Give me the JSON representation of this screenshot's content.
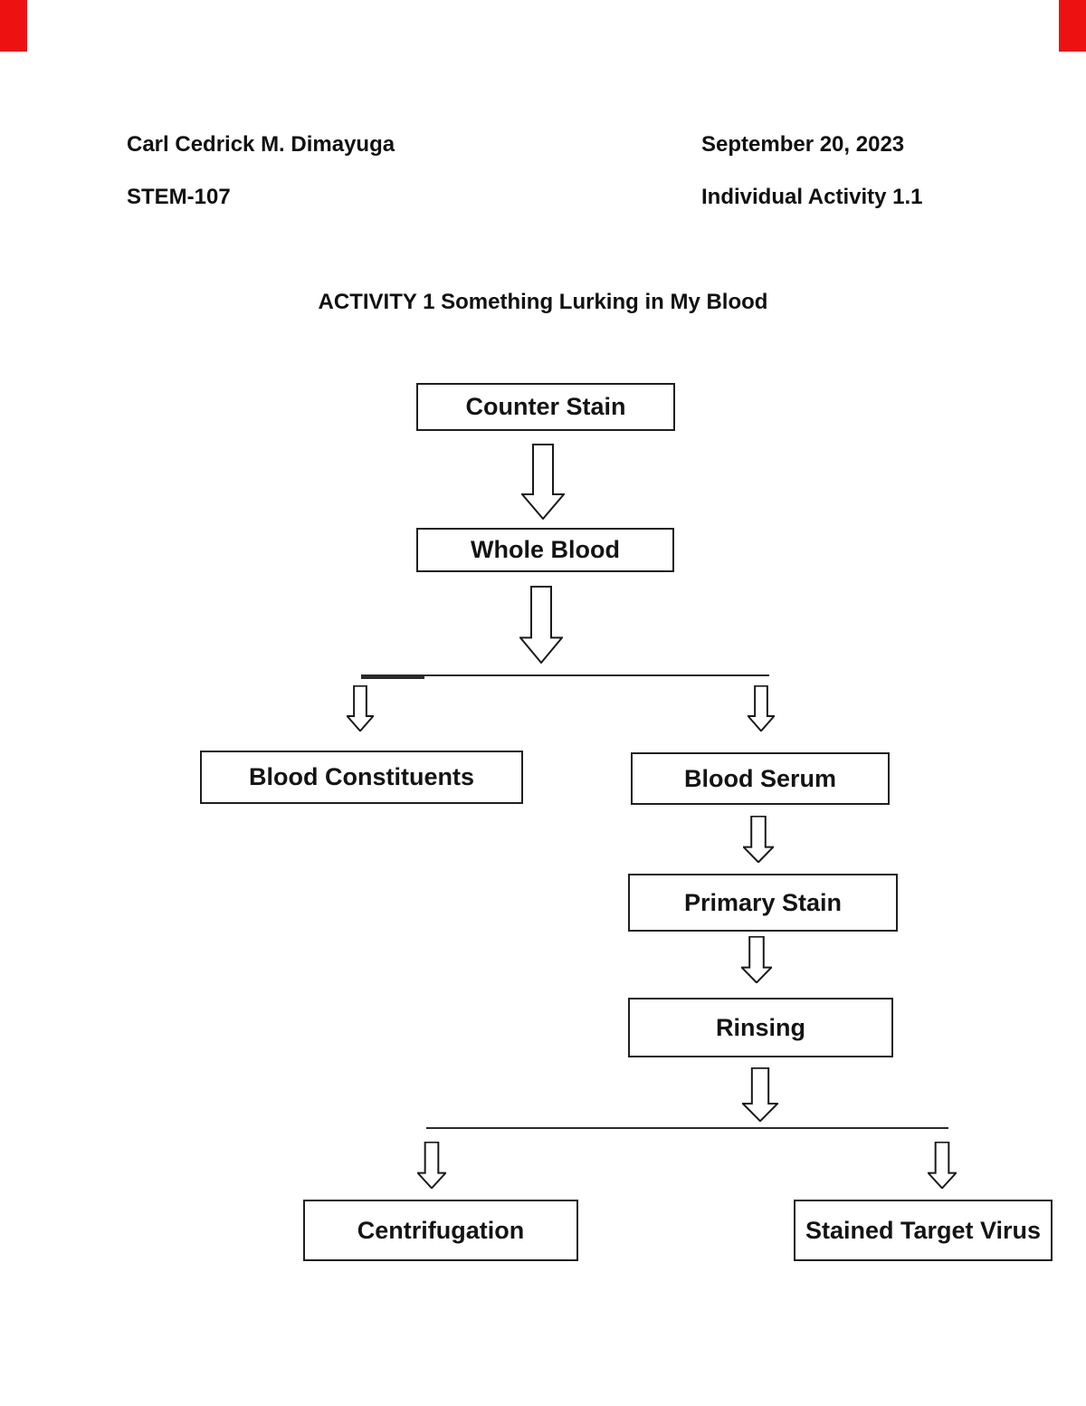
{
  "document": {
    "header": {
      "author": "Carl Cedrick M. Dimayuga",
      "date": "September 20, 2023",
      "course": "STEM-107",
      "activity": "Individual Activity 1.1"
    },
    "title": "ACTIVITY 1 Something Lurking in My Blood"
  },
  "flowchart": {
    "nodes": [
      {
        "id": "counter-stain",
        "label": "Counter Stain"
      },
      {
        "id": "whole-blood",
        "label": "Whole Blood"
      },
      {
        "id": "blood-constituents",
        "label": "Blood Constituents"
      },
      {
        "id": "blood-serum",
        "label": "Blood Serum"
      },
      {
        "id": "primary-stain",
        "label": "Primary Stain"
      },
      {
        "id": "rinsing",
        "label": "Rinsing"
      },
      {
        "id": "centrifugation",
        "label": "Centrifugation"
      },
      {
        "id": "stained-target-virus",
        "label": "Stained Target Virus"
      }
    ],
    "edges": [
      {
        "from": "Counter Stain",
        "to": "Whole Blood"
      },
      {
        "from": "Whole Blood",
        "to": "Blood Constituents"
      },
      {
        "from": "Whole Blood",
        "to": "Blood Serum"
      },
      {
        "from": "Blood Serum",
        "to": "Primary Stain"
      },
      {
        "from": "Primary Stain",
        "to": "Rinsing"
      },
      {
        "from": "Rinsing",
        "to": "Centrifugation"
      },
      {
        "from": "Rinsing",
        "to": "Stained Target Virus"
      }
    ]
  },
  "colors": {
    "corner_marker": "#ee1111",
    "box_border": "#1f1f1f",
    "text": "#111111"
  }
}
